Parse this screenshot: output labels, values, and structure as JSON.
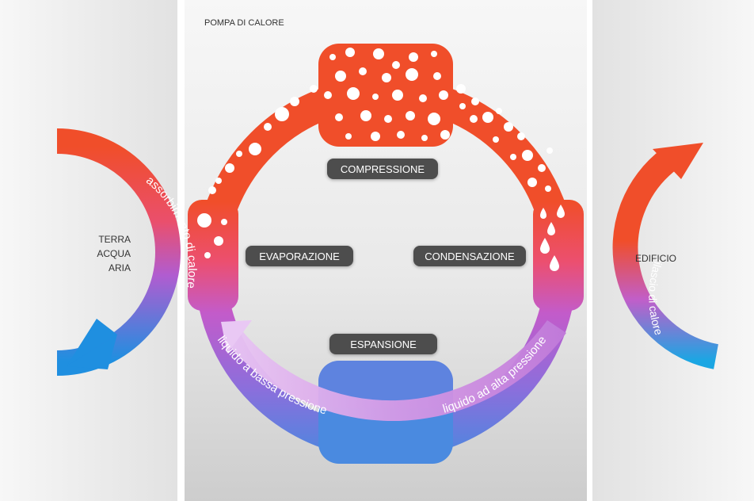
{
  "title": "POMPA DI CALORE",
  "left_panel": {
    "sources": [
      "TERRA",
      "ACQUA",
      "ARIA"
    ],
    "arrow_text": "assorbimento di calore"
  },
  "right_panel": {
    "target": "EDIFICIO",
    "arrow_text": "rilascio di calore"
  },
  "stages": {
    "compression": "COMPRESSIONE",
    "evaporation": "EVAPORAZIONE",
    "condensation": "CONDENSAZIONE",
    "expansion": "ESPANSIONE"
  },
  "flow": {
    "low_pressure": "liquido a bassa pressione",
    "high_pressure": "liquido ad alta pressione"
  },
  "colors": {
    "hot": "#f04e2a",
    "mid": "#c45ac8",
    "cold": "#3b8ee0",
    "label_bg": "#4d4d4d",
    "label_text": "#ffffff"
  }
}
